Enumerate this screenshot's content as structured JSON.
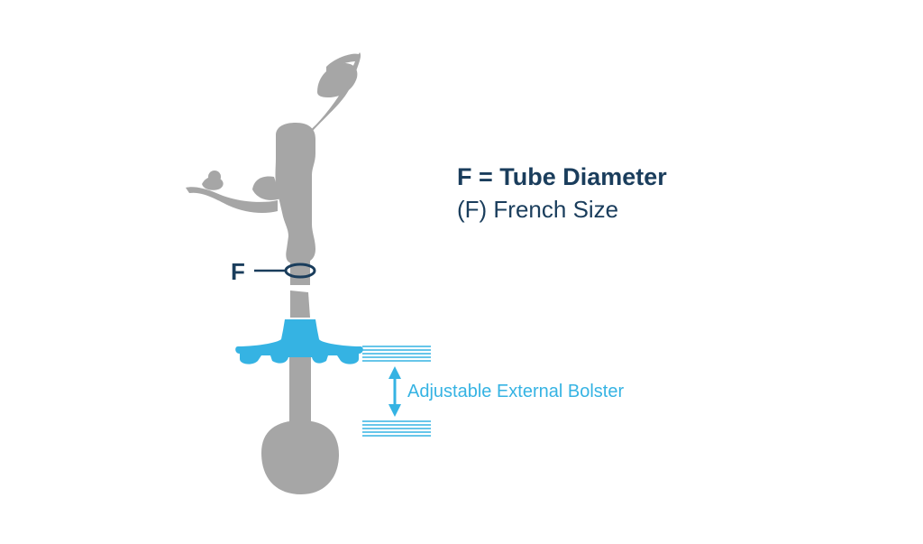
{
  "diagram": {
    "title": "F = Tube Diameter",
    "subtitle": "(F) French Size",
    "diameter_marker_label": "F",
    "bolster_label": "Adjustable External Bolster"
  },
  "colors": {
    "tube_gray": "#a6a6a6",
    "bolster_blue": "#35b3e3",
    "text_navy": "#1a3d5c",
    "background": "#ffffff"
  },
  "icons": {
    "bolster_range": "double-arrow-vertical-icon",
    "diameter_marker": "ring-icon"
  }
}
